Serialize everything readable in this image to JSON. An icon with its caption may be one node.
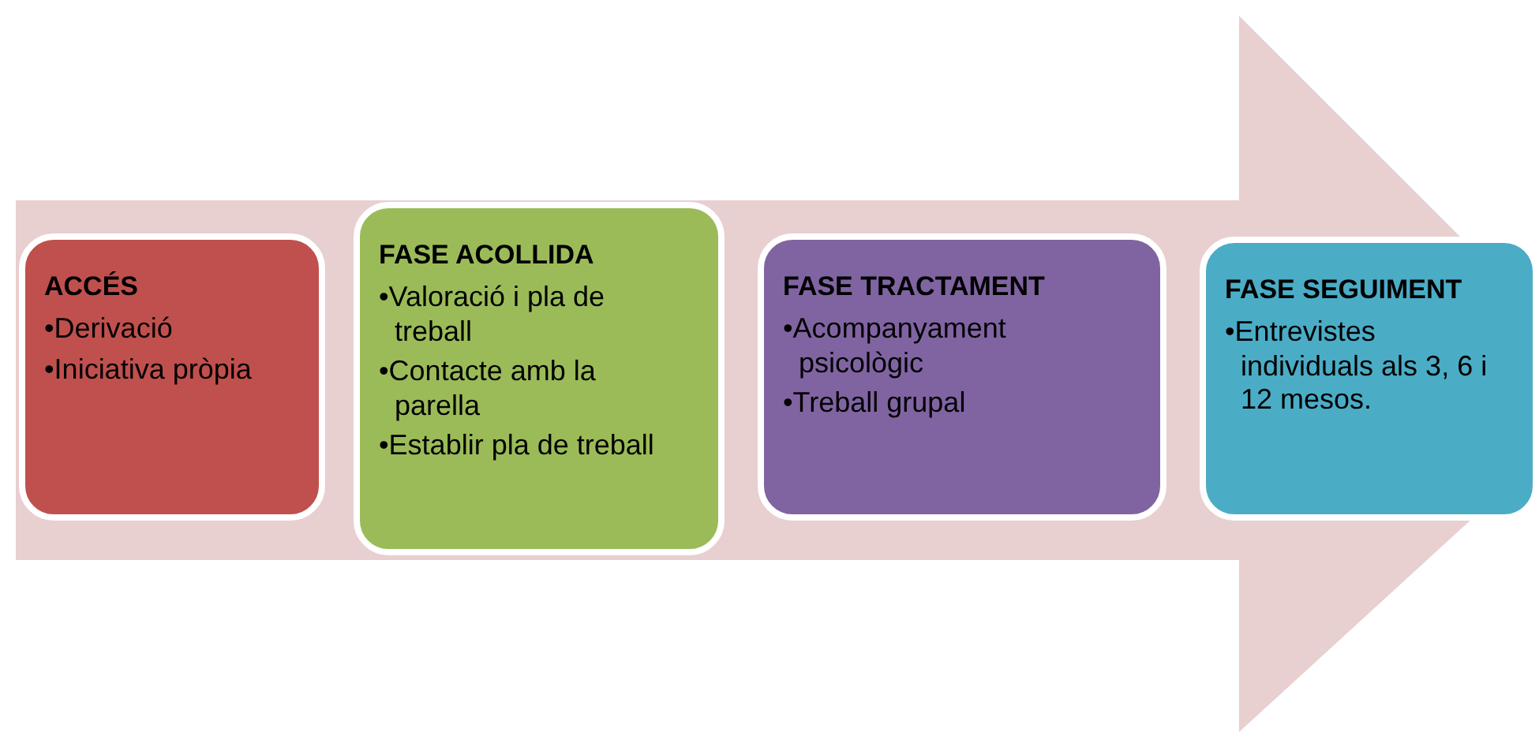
{
  "diagram": {
    "nodes": [
      {
        "text": [
          "ACCÉS",
          "•Derivació",
          "•Iniciativa pròpia"
        ]
      },
      {
        "text": [
          "FASE ACOLLIDA",
          "•Valoració i pla de treball",
          "•Contacte amb la parella",
          "•Establir pla de treball"
        ]
      },
      {
        "text": [
          "FASE TRACTAMENT",
          "•Acompanyament psicològic",
          "•Treball grupal"
        ]
      },
      {
        "text": [
          "FASE SEGUIMENT",
          "•Entrevistes individuals als 3, 6 i 12 mesos."
        ]
      }
    ]
  }
}
